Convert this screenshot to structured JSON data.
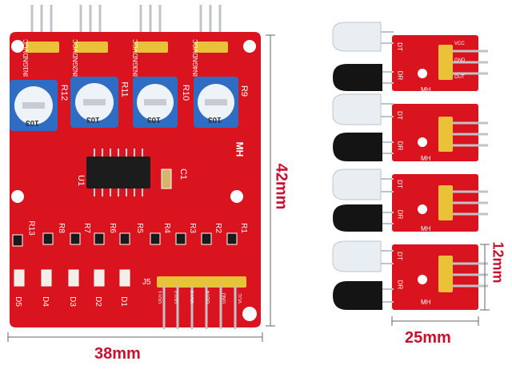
{
  "photo": {
    "board_colors": {
      "pcb": "#d9141e",
      "pcb_dark": "#b40f17",
      "silk": "#ffffff",
      "header": "#e9c23a",
      "pin": "#bfc3c7",
      "pot_body": "#2f6cc4",
      "ic": "#1c1c1c"
    },
    "main_board": {
      "pin_labels": [
        [
          "IN1",
          "GND",
          "VCC"
        ],
        [
          "IN2",
          "GND",
          "VCC"
        ],
        [
          "IN3",
          "GND",
          "VCC"
        ],
        [
          "IN4",
          "GND",
          "VCC"
        ]
      ],
      "pot_labels": [
        "R12",
        "R11",
        "R10",
        "R9"
      ],
      "pot_code": "103",
      "ic_label": "U1",
      "cap_label": "C1",
      "brand": "MH",
      "resistor_labels_top": [
        "R13",
        "R8",
        "R7",
        "R6",
        "R5",
        "R4",
        "R3",
        "R2",
        "R1"
      ],
      "led_labels": [
        "D5",
        "D4",
        "D3",
        "D2",
        "D1"
      ],
      "bottom_header_label": "J5",
      "bottom_pin_labels": [
        "OUT1",
        "OUT2",
        "OUT3",
        "OUT4",
        "GND",
        "VCC"
      ]
    },
    "sensor_boards": {
      "count": 4,
      "labels": [
        "DT",
        "DR",
        "MH"
      ],
      "pin_labels": [
        "VCC",
        "GND",
        "OUT"
      ]
    },
    "dimensions": {
      "main_width": "38mm",
      "main_height": "42mm",
      "sensor_width": "25mm",
      "sensor_height": "12mm"
    }
  }
}
